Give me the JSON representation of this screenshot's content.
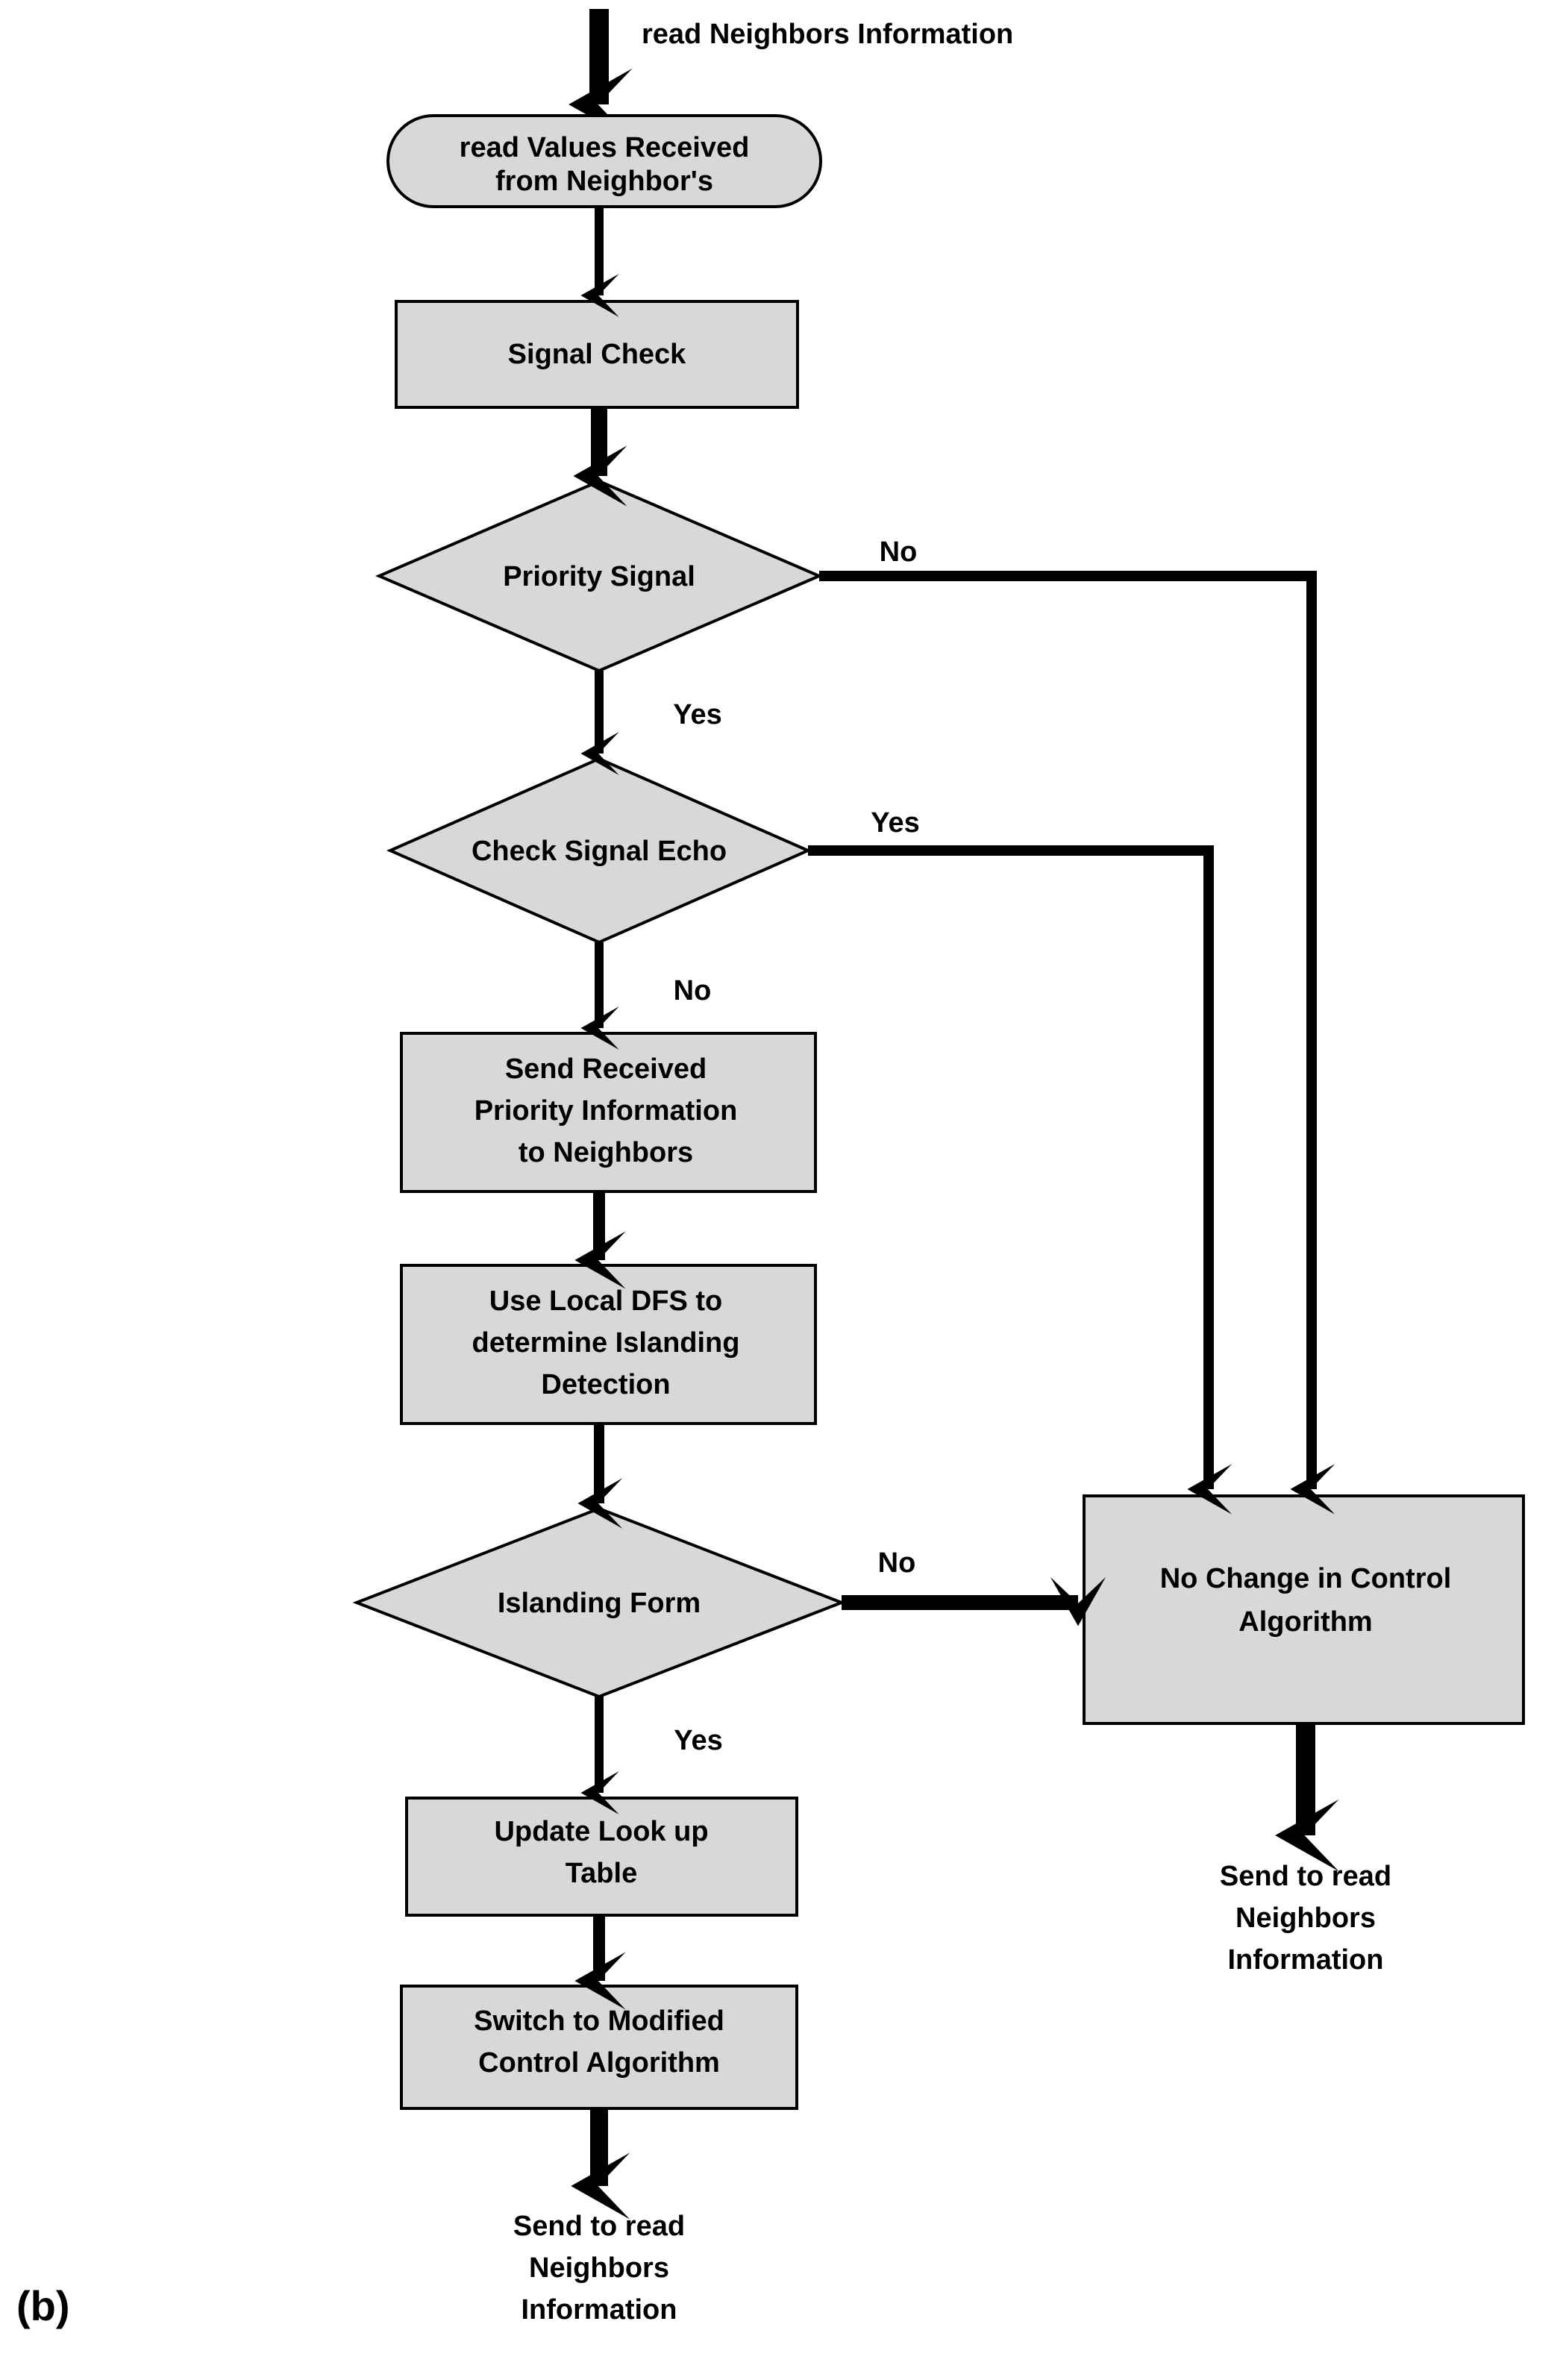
{
  "figure": {
    "panel_label": "(b)",
    "colors": {
      "shape_fill": "#d8d8d8",
      "shape_border": "#000000",
      "connector": "#000000",
      "text": "#000000",
      "background": "#ffffff"
    }
  },
  "entry": {
    "label": "read Neighbors Information"
  },
  "nodes": {
    "read_values": {
      "shape": "rounded",
      "line1": "read Values Received",
      "line2": "from Neighbor's"
    },
    "signal_check": {
      "shape": "rect",
      "line1": "Signal Check"
    },
    "priority_signal": {
      "shape": "diamond",
      "line1": "Priority Signal"
    },
    "check_signal_echo": {
      "shape": "diamond",
      "line1": "Check Signal Echo"
    },
    "send_received": {
      "shape": "rect",
      "line1": "Send Received",
      "line2": "Priority Information",
      "line3": "to Neighbors"
    },
    "use_local_dfs": {
      "shape": "rect",
      "line1": "Use Local DFS to",
      "line2": "determine Islanding",
      "line3": "Detection"
    },
    "islanding_form": {
      "shape": "diamond",
      "line1": "Islanding Form"
    },
    "update_lookup": {
      "shape": "rect",
      "line1": "Update Look up",
      "line2": "Table"
    },
    "switch_modified": {
      "shape": "rect",
      "line1": "Switch to Modified",
      "line2": "Control Algorithm"
    },
    "no_change": {
      "shape": "rect",
      "line1": "No Change in Control",
      "line2": "Algorithm"
    }
  },
  "edge_labels": {
    "priority_no": "No",
    "priority_yes": "Yes",
    "echo_yes": "Yes",
    "echo_no": "No",
    "islanding_no": "No",
    "islanding_yes": "Yes"
  },
  "terminals": {
    "left_exit": {
      "line1": "Send to read",
      "line2": "Neighbors",
      "line3": "Information"
    },
    "right_exit": {
      "line1": "Send to read",
      "line2": "Neighbors",
      "line3": "Information"
    }
  },
  "chart_data": {
    "type": "diagram",
    "diagram_kind": "flowchart",
    "title": "(b)",
    "nodes": [
      {
        "id": "entry",
        "type": "label",
        "text": "read Neighbors Information"
      },
      {
        "id": "read_values",
        "type": "terminator",
        "text": "read Values Received from Neighbor's"
      },
      {
        "id": "signal_check",
        "type": "process",
        "text": "Signal Check"
      },
      {
        "id": "priority_signal",
        "type": "decision",
        "text": "Priority Signal"
      },
      {
        "id": "check_signal_echo",
        "type": "decision",
        "text": "Check Signal Echo"
      },
      {
        "id": "send_received",
        "type": "process",
        "text": "Send Received Priority Information to Neighbors"
      },
      {
        "id": "use_local_dfs",
        "type": "process",
        "text": "Use Local DFS to determine Islanding Detection"
      },
      {
        "id": "islanding_form",
        "type": "decision",
        "text": "Islanding Form"
      },
      {
        "id": "update_lookup",
        "type": "process",
        "text": "Update Look up Table"
      },
      {
        "id": "switch_modified",
        "type": "process",
        "text": "Switch to Modified Control Algorithm"
      },
      {
        "id": "no_change",
        "type": "process",
        "text": "No Change in Control Algorithm"
      },
      {
        "id": "left_exit",
        "type": "label",
        "text": "Send to read Neighbors Information"
      },
      {
        "id": "right_exit",
        "type": "label",
        "text": "Send to read Neighbors Information"
      }
    ],
    "edges": [
      {
        "from": "entry",
        "to": "read_values",
        "label": ""
      },
      {
        "from": "read_values",
        "to": "signal_check",
        "label": ""
      },
      {
        "from": "signal_check",
        "to": "priority_signal",
        "label": ""
      },
      {
        "from": "priority_signal",
        "to": "no_change",
        "label": "No"
      },
      {
        "from": "priority_signal",
        "to": "check_signal_echo",
        "label": "Yes"
      },
      {
        "from": "check_signal_echo",
        "to": "no_change",
        "label": "Yes"
      },
      {
        "from": "check_signal_echo",
        "to": "send_received",
        "label": "No"
      },
      {
        "from": "send_received",
        "to": "use_local_dfs",
        "label": ""
      },
      {
        "from": "use_local_dfs",
        "to": "islanding_form",
        "label": ""
      },
      {
        "from": "islanding_form",
        "to": "no_change",
        "label": "No"
      },
      {
        "from": "islanding_form",
        "to": "update_lookup",
        "label": "Yes"
      },
      {
        "from": "update_lookup",
        "to": "switch_modified",
        "label": ""
      },
      {
        "from": "switch_modified",
        "to": "left_exit",
        "label": ""
      },
      {
        "from": "no_change",
        "to": "right_exit",
        "label": ""
      }
    ]
  }
}
